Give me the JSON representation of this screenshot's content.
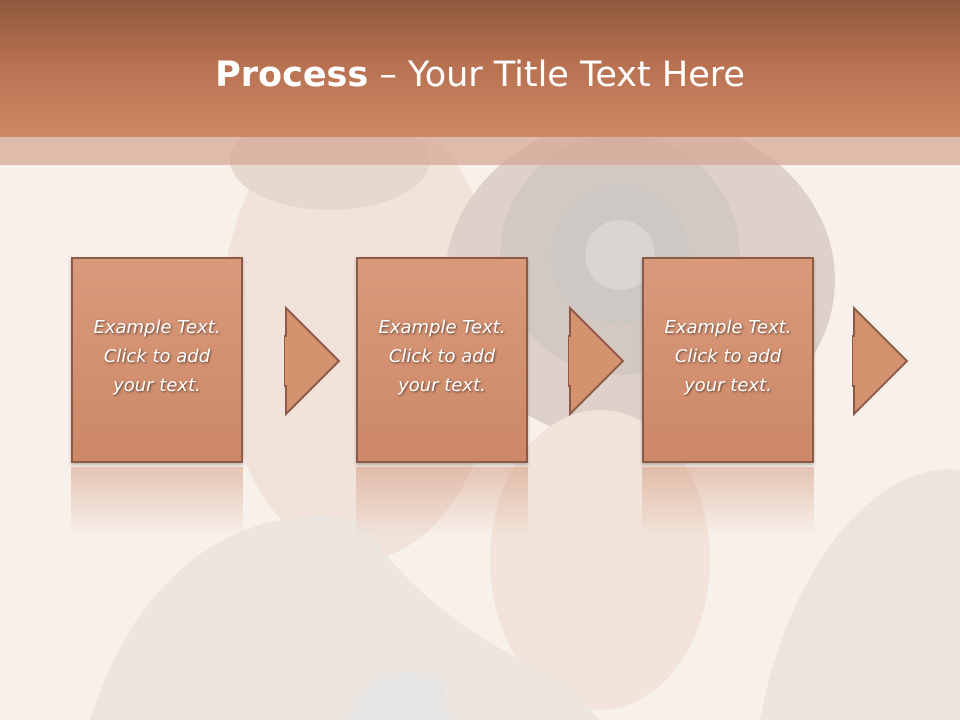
{
  "header": {
    "title_bold": "Process",
    "title_sep": " – ",
    "title_rest": "Your Title Text Here"
  },
  "steps": [
    {
      "line1": "Example Text.",
      "line2": "Click  to add",
      "line3": "your text."
    },
    {
      "line1": "Example Text.",
      "line2": "Click  to add",
      "line3": "your text."
    },
    {
      "line1": "Example Text.",
      "line2": "Click  to add",
      "line3": "your text."
    }
  ],
  "colors": {
    "header": "#b77050",
    "box_fill": "#d4926f",
    "box_border": "#8c5a47",
    "arrow_fill": "#d4926f"
  }
}
